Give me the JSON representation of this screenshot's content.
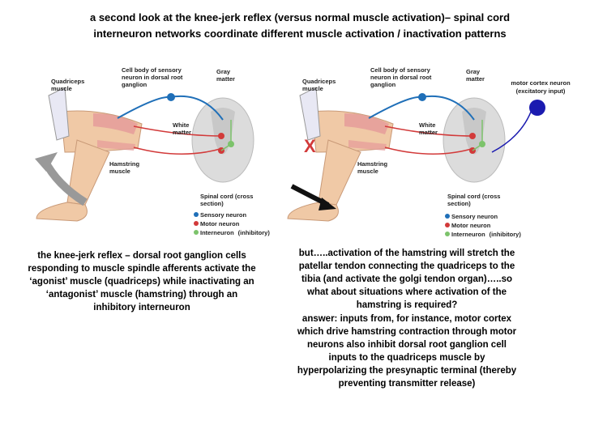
{
  "title": {
    "line1": "a second look at the knee-jerk reflex (versus normal muscle activation)– spinal cord",
    "line2": "interneuron networks coordinate different muscle activation / inactivation patterns"
  },
  "diagram_labels": {
    "quadriceps_muscle": "Quadriceps muscle",
    "cell_body": "Cell body of sensory neuron in dorsal root ganglion",
    "gray_matter": "Gray matter",
    "white_matter": "White matter",
    "hamstring_muscle": "Hamstring muscle",
    "spinal_cord": "Spinal cord (cross section)",
    "legend_sensory": "Sensory neuron",
    "legend_motor": "Motor neuron",
    "legend_interneuron": "Interneuron",
    "inhibitory_note": "(inhibitory)",
    "motor_cortex": "motor cortex neuron (excitatory input)",
    "x_mark": "X"
  },
  "colors": {
    "sensory": "#1f6fb8",
    "motor": "#d23a3a",
    "interneuron": "#7cc36b",
    "motor_cortex": "#1b1bb0"
  },
  "captions": {
    "left": "the knee-jerk reflex – dorsal root ganglion cells responding to muscle spindle afferents activate the ‘agonist’ muscle (quadriceps) while inactivating an ‘antagonist’ muscle (hamstring) through an inhibitory interneuron",
    "right": "but…..activation of the hamstring will stretch the patellar tendon connecting the quadriceps to the tibia (and activate the golgi tendon organ)…..so what about situations where activation of the hamstring is required?",
    "answer": "answer: inputs from, for instance, motor cortex which drive hamstring contraction through motor neurons also inhibit dorsal root ganglion cell inputs to the quadriceps muscle by hyperpolarizing the presynaptic terminal (thereby preventing transmitter release)"
  }
}
